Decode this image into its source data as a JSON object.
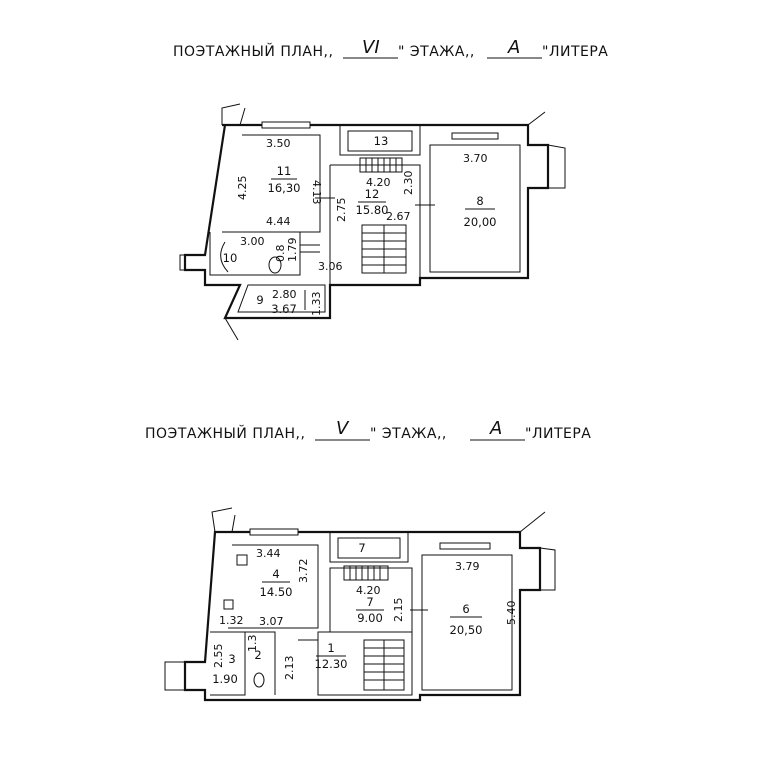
{
  "plans": [
    {
      "header": {
        "prefix": "ПОЭТАЖНЫЙ ПЛАН,,",
        "floor": "VI",
        "mid": "\" ЭТАЖА,,",
        "letter": "А",
        "suffix": "\"ЛИТЕРА"
      },
      "rooms": [
        {
          "label": "11",
          "area": "16,30"
        },
        {
          "label": "12",
          "area": "15.80"
        },
        {
          "label": "13",
          "area": ""
        },
        {
          "label": "8",
          "area": "20,00"
        },
        {
          "label": "9",
          "area": "3.67"
        },
        {
          "label": "10",
          "area": ""
        }
      ],
      "dims": [
        "3.50",
        "4.25",
        "4.13",
        "4.44",
        "4.20",
        "2.75",
        "2.30",
        "2.67",
        "3.70",
        "3.00",
        "1.79",
        "0.8",
        "3.06",
        "2.80",
        "1.33"
      ]
    },
    {
      "header": {
        "prefix": "ПОЭТАЖНЫЙ ПЛАН,,",
        "floor": "V",
        "mid": "\" ЭТАЖА,,",
        "letter": "А",
        "suffix": "\"ЛИТЕРА"
      },
      "rooms": [
        {
          "label": "4",
          "area": "14.50"
        },
        {
          "label": "7",
          "area": "9.00"
        },
        {
          "label": "7",
          "area": ""
        },
        {
          "label": "6",
          "area": "20,50"
        },
        {
          "label": "1",
          "area": "12.30"
        },
        {
          "label": "3",
          "area": "1.90"
        },
        {
          "label": "2",
          "area": ""
        }
      ],
      "dims": [
        "3.44",
        "3.72",
        "3.07",
        "4.20",
        "2.15",
        "3.79",
        "5.40",
        "1.32",
        "2.55",
        "1.3",
        "2.13"
      ]
    }
  ]
}
